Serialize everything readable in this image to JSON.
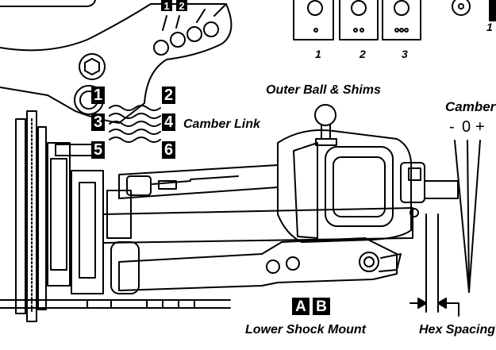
{
  "labels": {
    "outer_ball": "Outer Ball & Shims",
    "camber_link": "Camber Link",
    "camber": "Camber",
    "lower_shock": "Lower Shock Mount",
    "hex_spacing": "Hex Spacing"
  },
  "camber_scale": {
    "minus": "-",
    "zero": "0",
    "plus": "+"
  },
  "link_positions": [
    "1",
    "2",
    "3",
    "4",
    "5",
    "6"
  ],
  "top_positions": [
    "1",
    "2"
  ],
  "shock_positions": [
    "A",
    "B"
  ],
  "hub_options": [
    "1",
    "2",
    "3"
  ],
  "edge_number": "1"
}
